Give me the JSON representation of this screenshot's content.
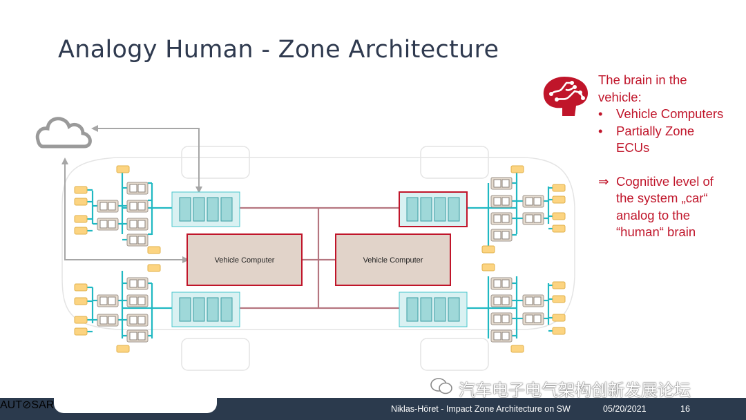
{
  "slide": {
    "title": "Analogy Human - Zone Architecture"
  },
  "callout": {
    "lines": [
      "The brain in the",
      "vehicle:"
    ],
    "bullets": [
      "Vehicle Computers",
      "Partially Zone",
      "ECUs"
    ],
    "bullet_symbol": "•",
    "implication_arrow": "⇒",
    "implication": [
      "Cognitive level of",
      "the system „car“",
      "analog to the",
      "“human“ brain"
    ],
    "color": "#c0152a"
  },
  "diagram": {
    "vehicle_computer_left": "Vehicle Computer",
    "vehicle_computer_right": "Vehicle Computer",
    "colors": {
      "zone_fill": "#d9f1f2",
      "zone_border": "#47c6cc",
      "vc_fill": "#e1d3c9",
      "vc_border": "#c0152a",
      "backbone": "#b5757f",
      "bus": "#1fb8c2",
      "sensor": "#fcd481",
      "ecu": "#e6dccf"
    }
  },
  "footer": {
    "logo": "AUT⊘SAR",
    "author_talk": "Niklas-Höret - Impact Zone Architecture on SW",
    "date": "05/20/2021",
    "page": "16"
  },
  "watermark": {
    "text": "汽车电子电气架构创新发展论坛"
  }
}
